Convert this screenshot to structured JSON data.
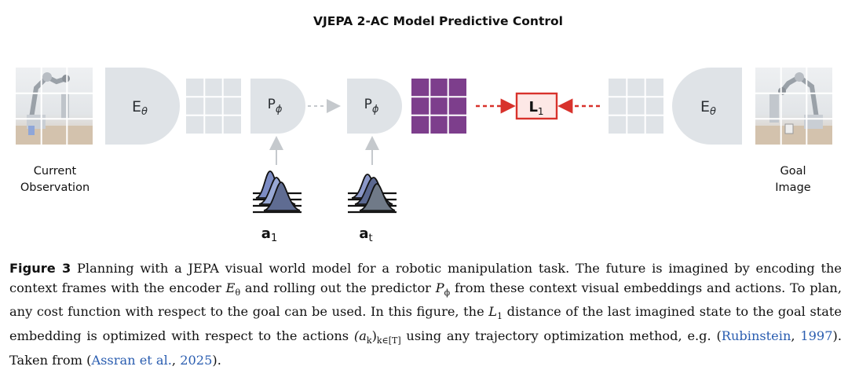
{
  "title": "VJEPA 2-AC Model Predictive Control",
  "encoder_label": "E",
  "encoder_sub": "θ",
  "predictor_label": "P",
  "predictor_sub": "ϕ",
  "loss_label": "L",
  "loss_sub": "1",
  "current_obs_line1": "Current",
  "current_obs_line2": "Observation",
  "goal_line1": "Goal",
  "goal_line2": "Image",
  "action1_label": "a",
  "action1_sub": "1",
  "actiont_label": "a",
  "actiont_sub": "t",
  "colors": {
    "shape_gray": "#dfe3e7",
    "grid_purple": "#7d3e8c",
    "loss_red": "#d8322c",
    "arrow_gray": "#c5c9cd"
  },
  "caption": {
    "fig_label": "Figure 3",
    "t1": " Planning with a JEPA visual world model for a robotic manipulation task. The future is imagined by encoding the context frames with the encoder ",
    "m1": "E",
    "m1_sub": "θ",
    "t2": " and rolling out the predictor ",
    "m2": "P",
    "m2_sub": "ϕ",
    "t3": " from these context visual embeddings and actions. To plan, any cost function with respect to the goal can be used. In this figure, the ",
    "m3": "L",
    "m3_sub": "1",
    "t4": " distance of the last imagined state to the goal state embedding is optimized with respect to the actions ",
    "m4": "(a",
    "m4_sub": "k",
    "m4_close": ")",
    "m4_sub2": "k∈[T]",
    "t5": " using any trajectory optimization method, e.g. (",
    "cite1_name": "Rubinstein",
    "sep1": ", ",
    "cite1_year": "1997",
    "t6": "). Taken from (",
    "cite2_name": "Assran et al.",
    "sep2": ", ",
    "cite2_year": "2025",
    "t7": ")."
  }
}
